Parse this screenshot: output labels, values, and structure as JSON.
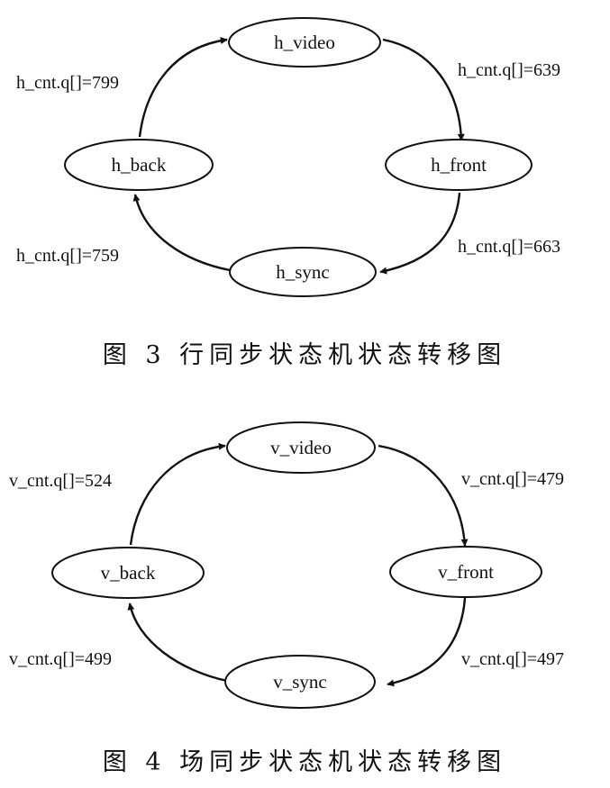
{
  "figures": [
    {
      "caption": "图 3   行同步状态机状态转移图",
      "states": {
        "top": "h_video",
        "right": "h_front",
        "bottom": "h_sync",
        "left": "h_back"
      },
      "transitions": {
        "left_to_top": "h_cnt.q[]=799",
        "top_to_right": "h_cnt.q[]=639",
        "right_to_bottom": "h_cnt.q[]=663",
        "bottom_to_left": "h_cnt.q[]=759"
      }
    },
    {
      "caption": "图 4   场同步状态机状态转移图",
      "states": {
        "top": "v_video",
        "right": "v_front",
        "bottom": "v_sync",
        "left": "v_back"
      },
      "transitions": {
        "left_to_top": "v_cnt.q[]=524",
        "top_to_right": "v_cnt.q[]=479",
        "right_to_bottom": "v_cnt.q[]=497",
        "bottom_to_left": "v_cnt.q[]=499"
      }
    }
  ]
}
